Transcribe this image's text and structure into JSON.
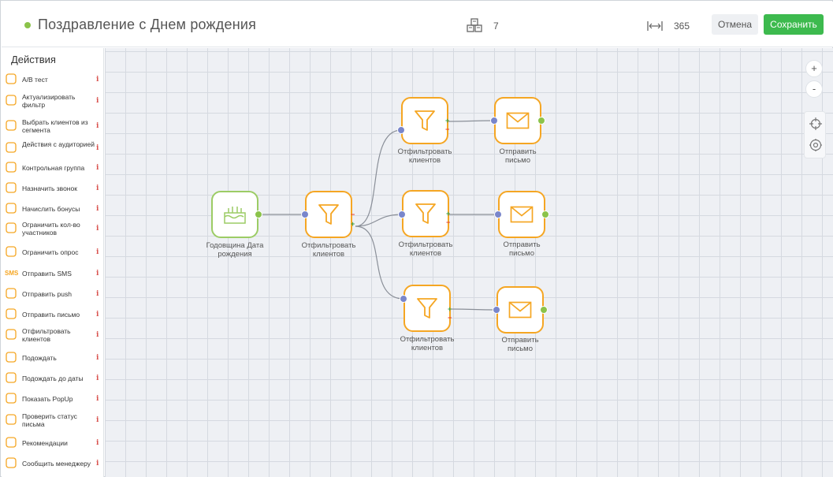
{
  "colors": {
    "accent": "#f5a623",
    "start_border": "#9ccc65",
    "status_green": "#8bc34a",
    "save_green": "#3dba4e",
    "port_in": "#7986cb",
    "info_red": "#d9534f"
  },
  "header": {
    "title": "Поздравление с Днем рождения",
    "stat_audience_icon": "boxes-icon",
    "stat_audience_value": "7",
    "stat_days_icon": "width-arrows-icon",
    "stat_days_value": "365",
    "cancel_label": "Отмена",
    "save_label": "Сохранить"
  },
  "sidebar": {
    "title": "Действия",
    "info_glyph": "i",
    "items": [
      {
        "label": "A/B тест",
        "icon": "clipboard-icon"
      },
      {
        "label": "Актуализировать фильтр",
        "icon": "filter-star-icon"
      },
      {
        "label": "Выбрать клиентов из сегмента",
        "icon": "pie-chart-icon"
      },
      {
        "label": "Действия с аудиторией",
        "icon": "bookmark-icon"
      },
      {
        "label": "Контрольная группа",
        "icon": "pie-chart-icon"
      },
      {
        "label": "Назначить звонок",
        "icon": "headset-icon"
      },
      {
        "label": "Начислить бонусы",
        "icon": "gift-icon"
      },
      {
        "label": "Ограничить кол-во участников",
        "icon": "filter-icon"
      },
      {
        "label": "Ограничить опрос",
        "icon": "survey-icon"
      },
      {
        "label": "Отправить SMS",
        "icon": "sms-icon",
        "icon_text": "SMS"
      },
      {
        "label": "Отправить push",
        "icon": "phone-icon"
      },
      {
        "label": "Отправить письмо",
        "icon": "envelope-icon"
      },
      {
        "label": "Отфильтровать клиентов",
        "icon": "filter-icon"
      },
      {
        "label": "Подождать",
        "icon": "clock-icon"
      },
      {
        "label": "Подождать до даты",
        "icon": "alarm-clock-icon"
      },
      {
        "label": "Показать PopUp",
        "icon": "popup-icon"
      },
      {
        "label": "Проверить статус письма",
        "icon": "envelope-check-icon"
      },
      {
        "label": "Рекомендации",
        "icon": "thumbs-up-icon"
      },
      {
        "label": "Сообщить менеджеру",
        "icon": "user-alert-icon"
      }
    ]
  },
  "canvas": {
    "zoom_in_label": "+",
    "zoom_out_label": "-",
    "tools": [
      "crosshair-icon",
      "gear-icon"
    ],
    "nodes": [
      {
        "id": "start",
        "type": "start",
        "icon": "birthday-cake-icon",
        "label": "Годовщина Дата рождения"
      },
      {
        "id": "f0",
        "type": "filter",
        "icon": "filter-icon",
        "label": "Отфильтровать клиентов"
      },
      {
        "id": "f1",
        "type": "filter",
        "icon": "filter-icon",
        "label": "Отфильтровать клиентов"
      },
      {
        "id": "f2",
        "type": "filter",
        "icon": "filter-icon",
        "label": "Отфильтровать клиентов"
      },
      {
        "id": "f3",
        "type": "filter",
        "icon": "filter-icon",
        "label": "Отфильтровать клиентов"
      },
      {
        "id": "m1",
        "type": "email",
        "icon": "envelope-icon",
        "label": "Отправить письмо"
      },
      {
        "id": "m2",
        "type": "email",
        "icon": "envelope-icon",
        "label": "Отправить письмо"
      },
      {
        "id": "m3",
        "type": "email",
        "icon": "envelope-icon",
        "label": "Отправить письмо"
      }
    ],
    "port_plus": "+",
    "port_minus": "−"
  }
}
